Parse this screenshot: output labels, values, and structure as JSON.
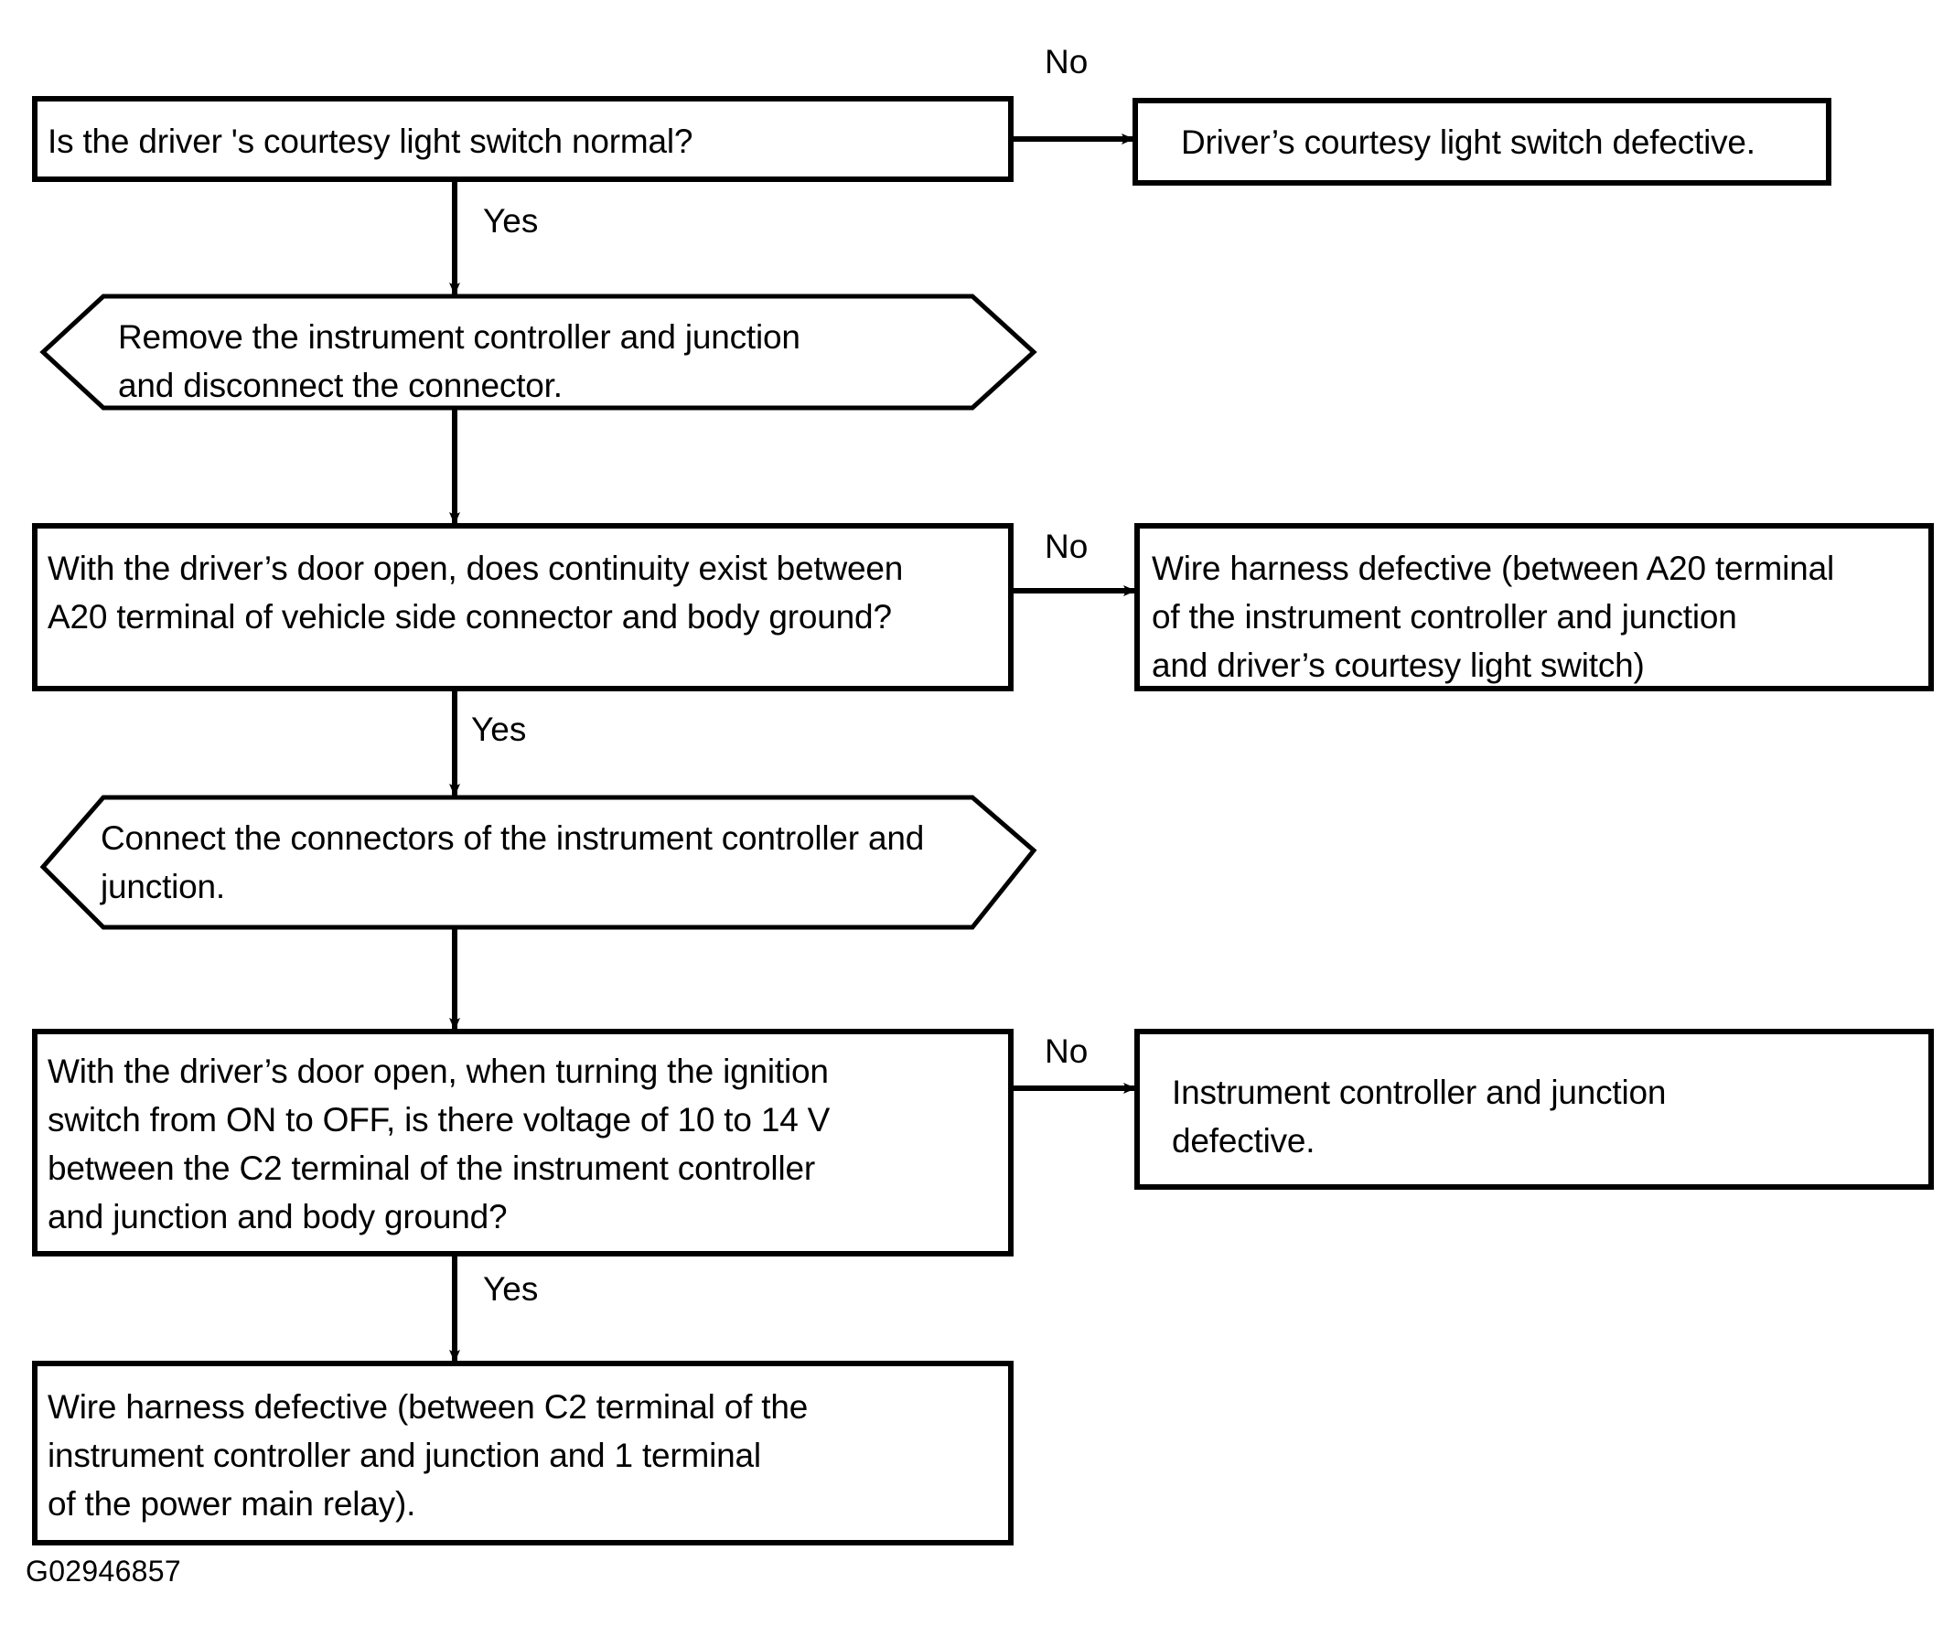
{
  "figure": {
    "id_label": "G02946857",
    "type": "troubleshooting-flowchart",
    "background_color": "#ffffff",
    "line_color": "#000000"
  },
  "nodes": {
    "q1": {
      "shape": "rectangle",
      "text": "Is the driver 's courtesy light switch normal?"
    },
    "r1": {
      "shape": "rectangle",
      "text": "Driver’s courtesy light switch defective."
    },
    "p1": {
      "shape": "hexagon",
      "text": "Remove the instrument controller and junction\nand disconnect the connector."
    },
    "q2": {
      "shape": "rectangle",
      "text": "With the driver’s door open, does continuity exist between\nA20 terminal of vehicle side connector and body ground?"
    },
    "r2": {
      "shape": "rectangle",
      "text": "Wire harness defective (between A20 terminal\nof the instrument controller and junction\nand driver’s courtesy light switch)"
    },
    "p2": {
      "shape": "hexagon",
      "text": "Connect the connectors of the instrument controller and\njunction."
    },
    "q3": {
      "shape": "rectangle",
      "text": "With the driver’s door open, when turning the ignition\nswitch from ON to OFF, is there voltage of 10 to 14 V\nbetween the C2 terminal of the instrument controller\nand junction and body ground?"
    },
    "r3": {
      "shape": "rectangle",
      "text": "Instrument controller and junction\ndefective."
    },
    "r4": {
      "shape": "rectangle",
      "text": "Wire harness defective (between C2 terminal of the\ninstrument controller and junction and 1 terminal\nof the power main relay)."
    }
  },
  "edges": {
    "q1_no": {
      "label": "No",
      "from": "q1",
      "to": "r1",
      "direction": "right"
    },
    "q1_yes": {
      "label": "Yes",
      "from": "q1",
      "to": "p1",
      "direction": "down"
    },
    "p1_down": {
      "label": "",
      "from": "p1",
      "to": "q2",
      "direction": "down"
    },
    "q2_no": {
      "label": "No",
      "from": "q2",
      "to": "r2",
      "direction": "right"
    },
    "q2_yes": {
      "label": "Yes",
      "from": "q2",
      "to": "p2",
      "direction": "down"
    },
    "p2_down": {
      "label": "",
      "from": "p2",
      "to": "q3",
      "direction": "down"
    },
    "q3_no": {
      "label": "No",
      "from": "q3",
      "to": "r3",
      "direction": "right"
    },
    "q3_yes": {
      "label": "Yes",
      "from": "q3",
      "to": "r4",
      "direction": "down"
    }
  }
}
